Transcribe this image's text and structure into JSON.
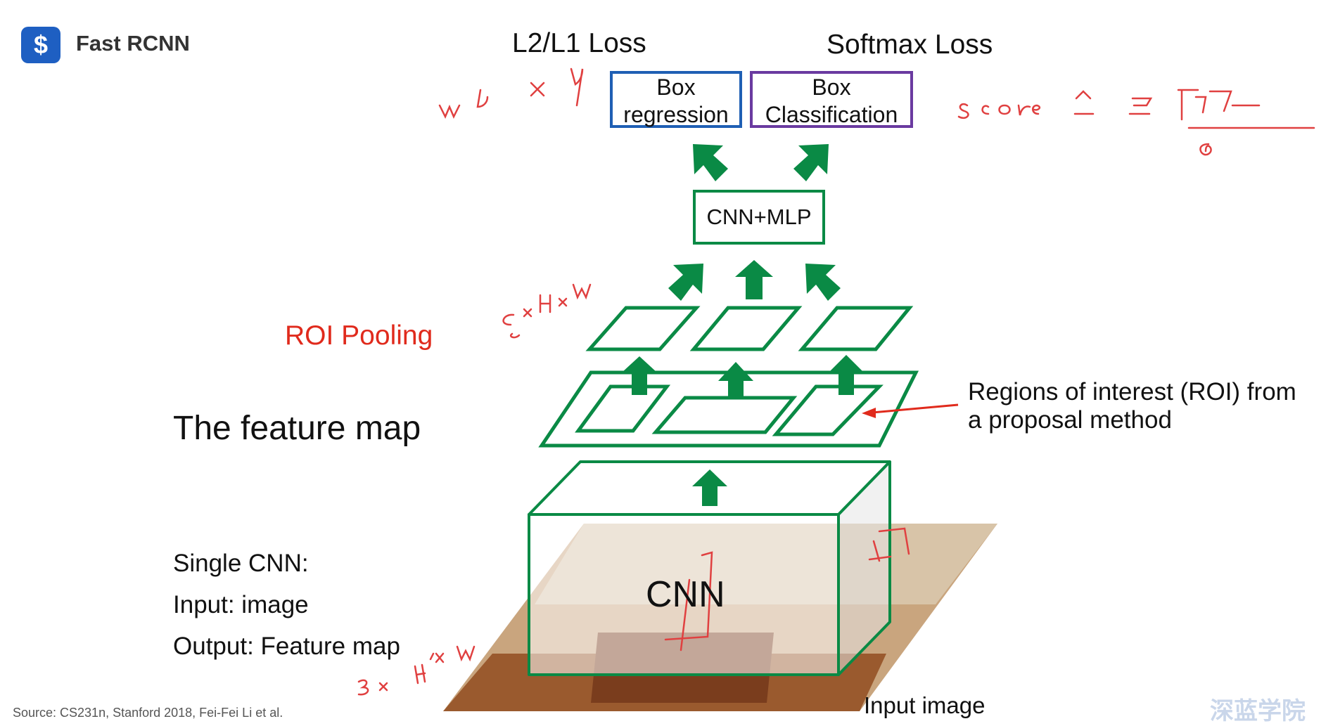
{
  "header": {
    "logo_icon": "dollar-s-icon",
    "logo_glyph": "$",
    "title": "Fast RCNN"
  },
  "losses": {
    "regression": "L2/L1 Loss",
    "classification": "Softmax Loss"
  },
  "boxes": {
    "regression": [
      "Box",
      "regression"
    ],
    "classification": [
      "Box",
      "Classification"
    ]
  },
  "mlp_label": "CNN+MLP",
  "roi_pooling_label": "ROI Pooling",
  "feature_map_label": "The feature map",
  "roi_annotation": [
    "Regions of interest (ROI) from",
    "a proposal method"
  ],
  "cnn_label": "CNN",
  "left_notes": [
    "Single CNN:",
    "Input: image",
    "Output: Feature map"
  ],
  "input_label": "Input image",
  "credit": "Source: CS231n, Stanford 2018, Fei-Fei Li et al.",
  "watermark": "深蓝学院",
  "colors": {
    "green": "#0a8a45",
    "regression_border": "#1f5fb4",
    "classification_border": "#6a3aa0",
    "roi_text": "#e02a1c",
    "handwriting": "#e04040",
    "logo": "#1e5fc2"
  }
}
